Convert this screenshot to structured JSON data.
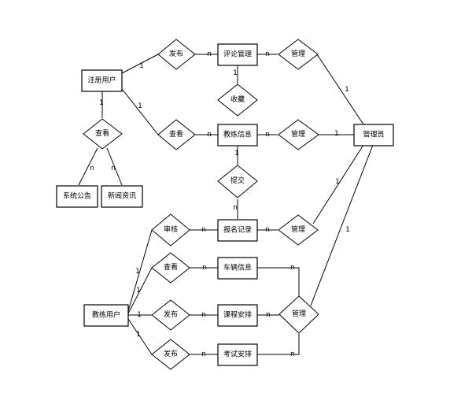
{
  "entities": {
    "reg_user": "注册用户",
    "comment_mgmt": "评论管理",
    "coach_info": "教练信息",
    "admin": "管理员",
    "sys_notice": "系统公告",
    "news": "新闻资讯",
    "signup_record": "报名记录",
    "coach_user": "教练用户",
    "vehicle_info": "车辆信息",
    "course_sched": "课程安排",
    "exam_sched": "考试安排"
  },
  "relationships": {
    "publish_top": "发布",
    "manage_top": "管理",
    "collect": "收藏",
    "view_top": "查看",
    "manage_mid": "管理",
    "view_left": "查看",
    "submit": "提交",
    "review": "审核",
    "manage_signup": "管理",
    "view_vehicle": "查看",
    "publish_course": "发布",
    "manage_bottom": "管理",
    "publish_exam": "发布"
  },
  "cardinalities": {
    "one": "1",
    "many": "n"
  }
}
